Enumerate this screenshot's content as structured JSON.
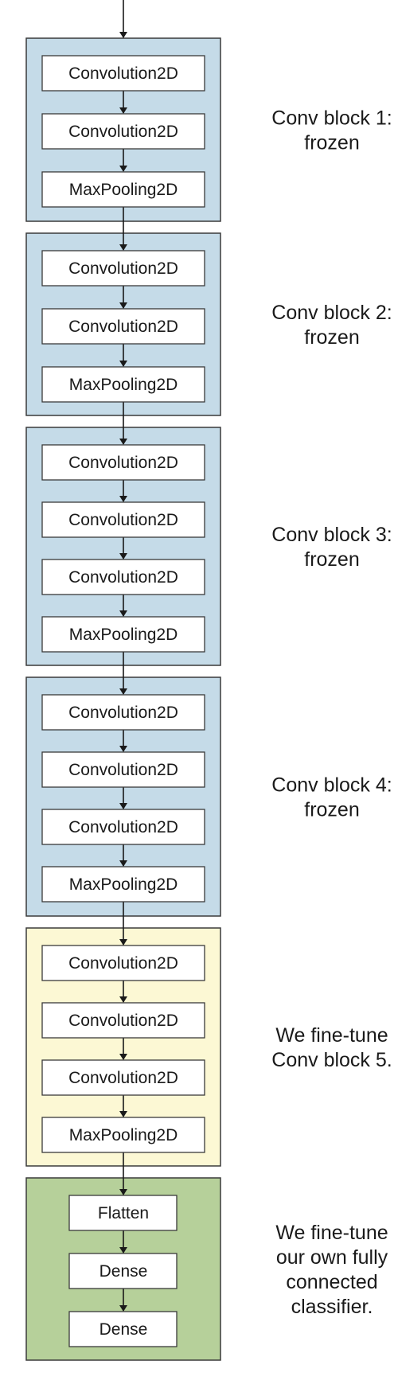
{
  "colors": {
    "frozen_block": "#c5dbe8",
    "finetune_block": "#fcf8d4",
    "classifier_block": "#b6d09a",
    "block_border": "#3a3a3a",
    "layer_fill": "#ffffff",
    "arrow": "#1a1a1a"
  },
  "blocks": [
    {
      "kind": "frozen",
      "layers": [
        "Convolution2D",
        "Convolution2D",
        "MaxPooling2D"
      ],
      "caption": [
        "Conv block 1:",
        "frozen"
      ]
    },
    {
      "kind": "frozen",
      "layers": [
        "Convolution2D",
        "Convolution2D",
        "MaxPooling2D"
      ],
      "caption": [
        "Conv block 2:",
        "frozen"
      ]
    },
    {
      "kind": "frozen",
      "layers": [
        "Convolution2D",
        "Convolution2D",
        "Convolution2D",
        "MaxPooling2D"
      ],
      "caption": [
        "Conv block 3:",
        "frozen"
      ]
    },
    {
      "kind": "frozen",
      "layers": [
        "Convolution2D",
        "Convolution2D",
        "Convolution2D",
        "MaxPooling2D"
      ],
      "caption": [
        "Conv block 4:",
        "frozen"
      ]
    },
    {
      "kind": "finetune",
      "layers": [
        "Convolution2D",
        "Convolution2D",
        "Convolution2D",
        "MaxPooling2D"
      ],
      "caption": [
        "We fine-tune",
        "Conv block 5."
      ]
    },
    {
      "kind": "classifier",
      "layers": [
        "Flatten",
        "Dense",
        "Dense"
      ],
      "caption": [
        "We fine-tune",
        "our own fully",
        "connected",
        "classifier."
      ]
    }
  ]
}
